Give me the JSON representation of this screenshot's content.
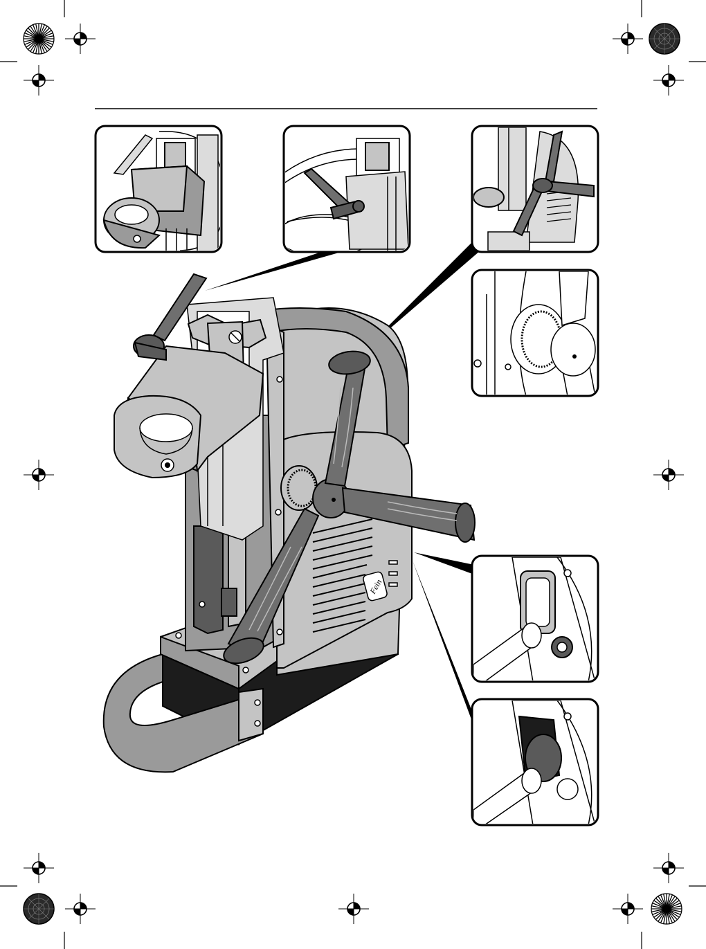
{
  "page": {
    "background": "#ffffff",
    "ink_color": "#000000",
    "shade_colors": [
      "#5a5a5a",
      "#9a9a9a",
      "#c4c4c4",
      "#1c1c1c"
    ]
  },
  "figure": {
    "logo_text": "Fein",
    "detail_views": [
      "column-clamp-detail",
      "clamp-lever-detail",
      "handwheel-star-detail",
      "handwheel-hub-detail",
      "switch-detail-off",
      "switch-detail-on"
    ]
  },
  "registration_marks": {
    "crosshair_icon": "registration-crosshair-icon",
    "color_wheel_icon": "color-wheel-icon"
  }
}
